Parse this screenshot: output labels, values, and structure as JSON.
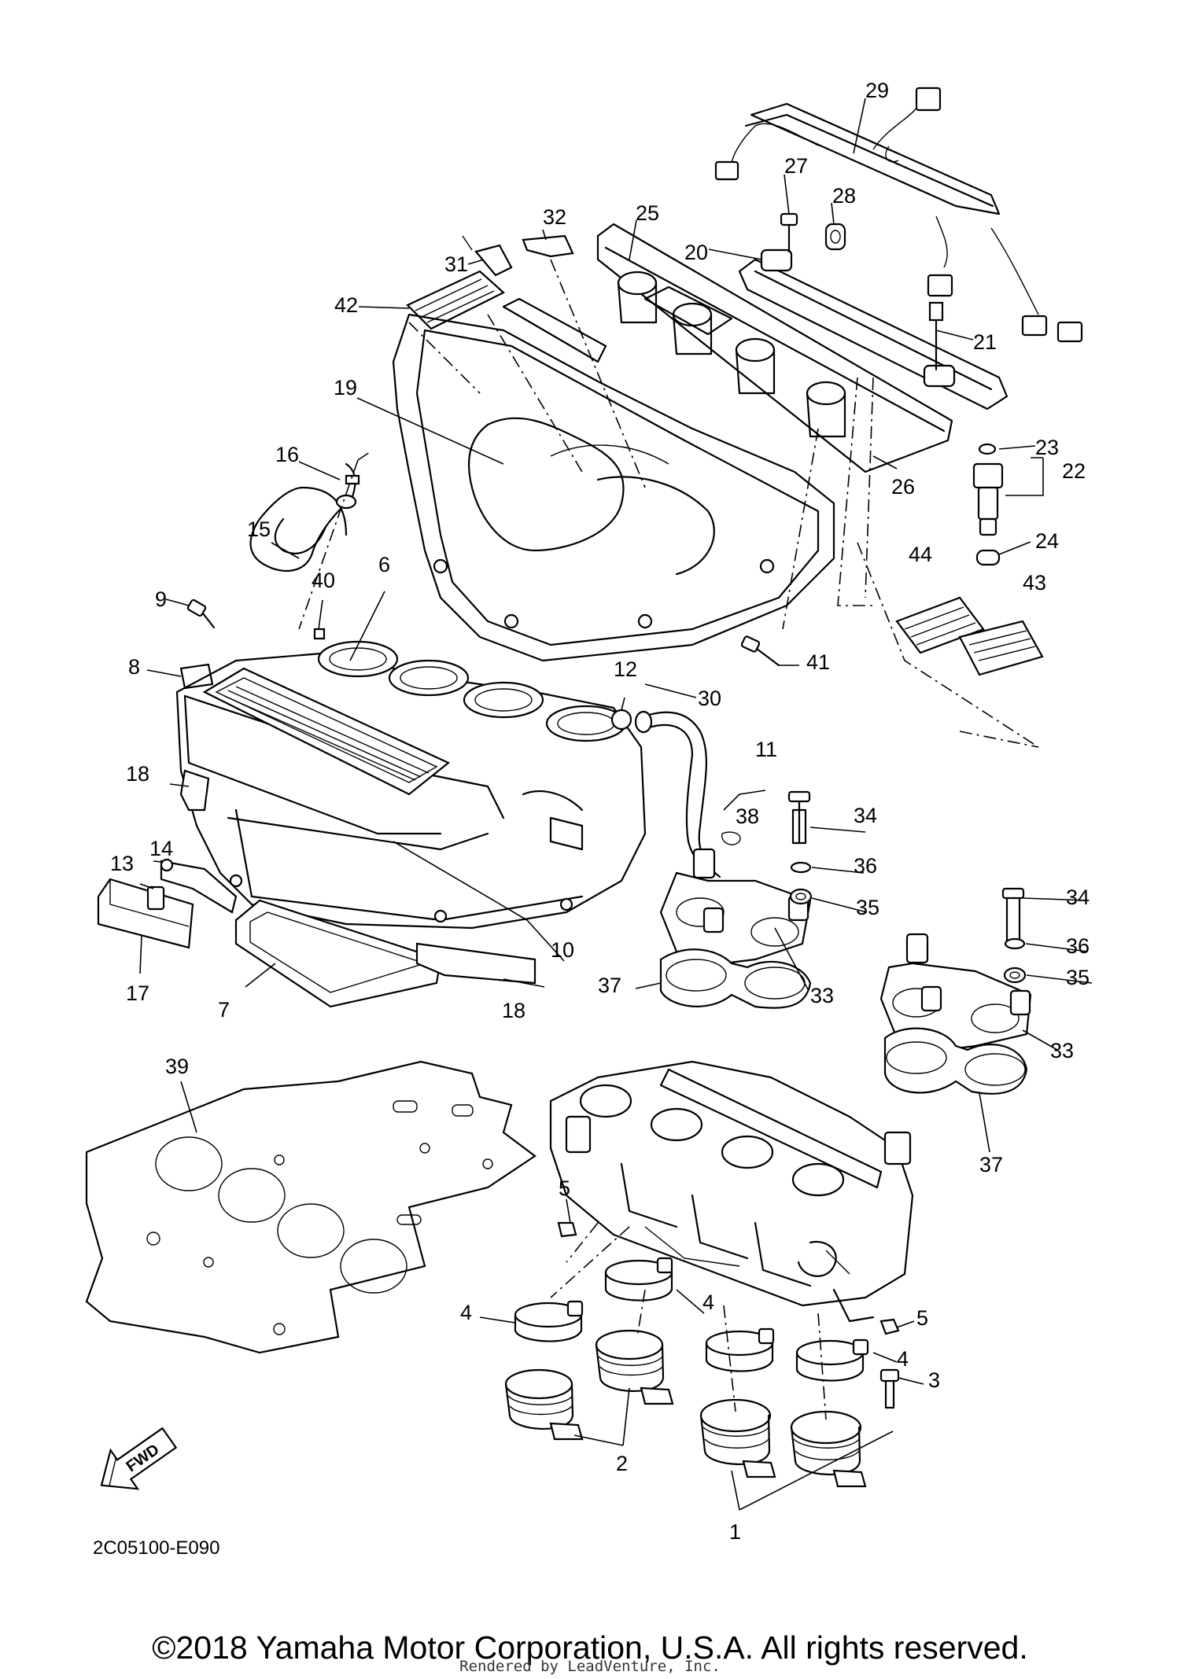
{
  "diagram": {
    "diagram_code": "2C05100-E090",
    "fwd_label": "FWD",
    "copyright": "©2018 Yamaha Motor Corporation, U.S.A. All rights reserved.",
    "rendered_by": "Rendered by LeadVenture, Inc.",
    "callouts": [
      "1",
      "2",
      "3",
      "4",
      "4",
      "4",
      "5",
      "5",
      "6",
      "7",
      "8",
      "9",
      "10",
      "11",
      "12",
      "13",
      "14",
      "15",
      "16",
      "17",
      "18",
      "18",
      "19",
      "20",
      "21",
      "22",
      "23",
      "24",
      "25",
      "26",
      "27",
      "28",
      "29",
      "30",
      "31",
      "32",
      "33",
      "33",
      "34",
      "34",
      "35",
      "35",
      "36",
      "36",
      "37",
      "37",
      "38",
      "39",
      "40",
      "41",
      "42",
      "43",
      "44"
    ]
  }
}
